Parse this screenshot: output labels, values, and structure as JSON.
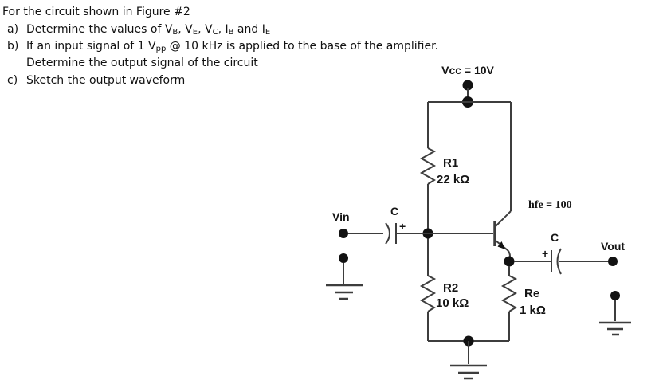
{
  "problem": {
    "title": "For the circuit shown in Figure #2",
    "item_a": {
      "label": "a)",
      "parts": [
        "Determine the values of V",
        "B",
        ", V",
        "E",
        ", V",
        "C",
        ", I",
        "B",
        " and I",
        "E"
      ]
    },
    "item_b": {
      "label": "b)",
      "parts": [
        "If an input signal of 1 V",
        "pp",
        " @ 10 kHz is applied to the base of the amplifier."
      ],
      "line2": "Determine the output signal of the circuit"
    },
    "item_c": {
      "label": "c)",
      "text": "Sketch the output waveform"
    }
  },
  "circuit": {
    "supply": {
      "label": "Vcc = 10V"
    },
    "r1": {
      "name": "R1",
      "value": "22 kΩ"
    },
    "r2": {
      "name": "R2",
      "value": "10 kΩ"
    },
    "re": {
      "name": "Re",
      "value": "1 kΩ"
    },
    "transistor": {
      "hfe": "hfe = 100"
    },
    "input": {
      "label": "Vin",
      "cap": "C",
      "polarity": "+"
    },
    "output": {
      "label": "Vout",
      "cap": "C",
      "polarity": "+"
    },
    "colors": {
      "wire": "#3d3d3d",
      "node": "#121212",
      "label": "#151515"
    }
  }
}
